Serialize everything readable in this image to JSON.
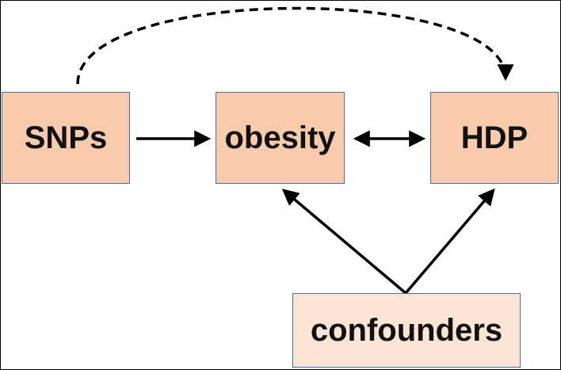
{
  "nodes": {
    "snps": {
      "label": "SNPs",
      "fill": "#f7cbac"
    },
    "obesity": {
      "label": "obesity",
      "fill": "#f7cbac"
    },
    "hdp": {
      "label": "HDP",
      "fill": "#f7cbac"
    },
    "confounders": {
      "label": "confounders",
      "fill": "#fbe5d6"
    }
  },
  "colors": {
    "border": "#4a6ea8",
    "arrow": "#000000"
  }
}
